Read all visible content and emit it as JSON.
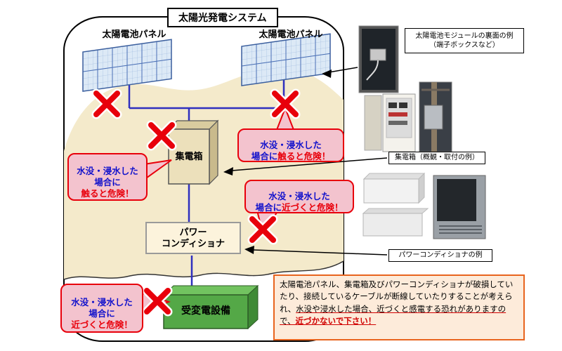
{
  "title": "太陽光発電システム",
  "diagram": {
    "left_panel_label": "太陽電池パネル",
    "right_panel_label": "太陽電池パネル",
    "collector_box_label": "集電箱",
    "power_conditioner_label": "パワー\nコンディショナ",
    "substation_label": "受変電設備"
  },
  "bubbles": {
    "left_touch": {
      "blue": "水没・浸水した\n場合に\n",
      "red": "触ると危険！"
    },
    "right_touch": {
      "blue": "水没・浸水した\n場合に",
      "red": "触ると危険！"
    },
    "right_approach": {
      "blue": "水没・浸水した\n場合に",
      "red": "近づくと危険！"
    },
    "bottom_approach": {
      "blue": "水没・浸水した\n場合に\n",
      "red": "近づくと危険！"
    }
  },
  "side_labels": {
    "module_back": "太陽電池モジュールの裏面の例\n（端子ボックスなど）",
    "collector": "集電箱（概観・取付の例）",
    "conditioner": "パワーコンディショナの例"
  },
  "warning": {
    "part1": "太陽電池パネル、集電箱及びパワーコンディショナが破損していたり、接続しているケーブルが断線していたりすることが考えられ、",
    "part2": "水没や浸水した場合、近づくと感電する恐れがありますので、",
    "part3": "近づかないで下さい！"
  },
  "colors": {
    "danger_red": "#e8000b",
    "bubble_pink": "#f3c3ce",
    "ground_beige": "#f4eacb",
    "substation_green": "#53a646",
    "line_blue": "#2f2fbf",
    "warning_border_orange": "#e8641e"
  }
}
